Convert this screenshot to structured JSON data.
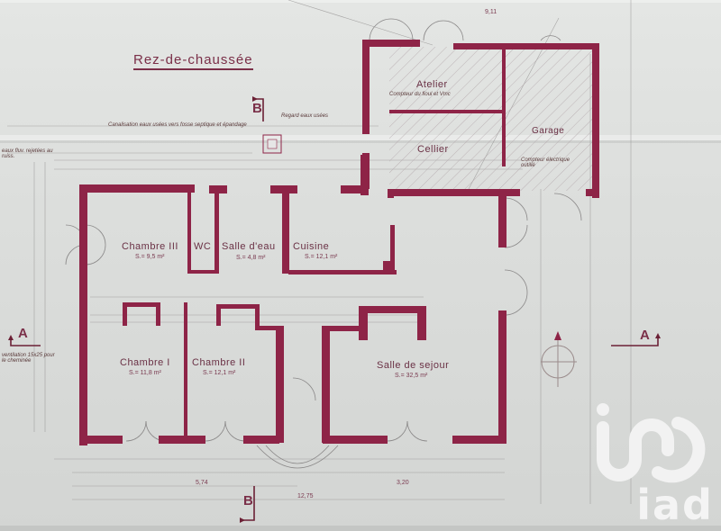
{
  "plan": {
    "title": "Rez-de-chaussée",
    "wall_color": "#8e2447",
    "paper_color": "#dfe1df",
    "rooms": [
      {
        "name": "Atelier",
        "note": "Compteur du fioul et Vmc"
      },
      {
        "name": "Cellier"
      },
      {
        "name": "Garage",
        "note": "Compteur électrique outillé"
      },
      {
        "name": "Chambre III",
        "area": "S.= 9,5 m²"
      },
      {
        "name": "WC"
      },
      {
        "name": "Salle d'eau",
        "area": "S.= 4,8 m²"
      },
      {
        "name": "Cuisine",
        "area": "S.= 12,1 m²"
      },
      {
        "name": "Chambre I",
        "area": "S.= 11,8 m²"
      },
      {
        "name": "Chambre II",
        "area": "S.= 12,1 m²"
      },
      {
        "name": "Salle de sejour",
        "area": "S.= 32,5 m²"
      }
    ],
    "section_markers": [
      {
        "id": "B-top",
        "label": "B"
      },
      {
        "id": "B-bottom",
        "label": "B"
      },
      {
        "id": "A-left",
        "label": "A"
      },
      {
        "id": "A-right",
        "label": "A"
      }
    ],
    "notes": {
      "top_left": "Canalisation eaux usées vers fosse septique et épandage",
      "regard": "Regard eaux usées",
      "left_top": "eaux fluv. rejetées au ruiss.",
      "left_bottom": "ventilation 15x25 pour le cheminée"
    },
    "dimensions": {
      "bottom_total": "12,75",
      "bottom_left": "5,74",
      "bottom_right": "3,20",
      "top_right": "9,11"
    }
  },
  "watermark": {
    "brand": "iad"
  }
}
